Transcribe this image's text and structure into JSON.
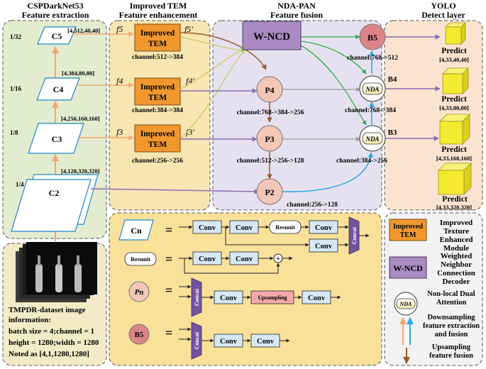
{
  "headers": {
    "backbone": {
      "title": "CSPDarkNet53",
      "subtitle": "Feature extraction"
    },
    "tem": {
      "title": "Improved TEM",
      "subtitle": "Feature enhancement"
    },
    "neck": {
      "title": "NDA-PAN",
      "subtitle": "Feature fusion"
    },
    "head": {
      "title": "YOLO",
      "subtitle": "Detect layer"
    }
  },
  "colors": {
    "backbone_bg": "#e3eccf",
    "tem_bg": "#f7e6b2",
    "neck_bg": "#e6e1f1",
    "head_bg": "#fbe4cf",
    "tem_block": "#f0982e",
    "wncd_block": "#a98ac2",
    "node_fill": "#f3c6b6",
    "b5_fill": "#dc8487",
    "predict_cube": "#f4ea2f",
    "conv_fill": "#d6e8f5",
    "concat_fill": "#7552a0",
    "legend_bg": "#f2f2f2",
    "module_bg": "#f9e19a",
    "orange_arrow": "#f5a66c",
    "blue_arrow": "#27a8e1",
    "brown_arrow": "#9a5b26",
    "purple_arrow": "#8d6db0",
    "green_arrow": "#2db04b"
  },
  "backbone": {
    "scales": [
      "1/32",
      "1/16",
      "1/8",
      "1/4"
    ],
    "blocks": [
      "C5",
      "C4",
      "C3",
      "C2"
    ],
    "shapes": [
      "[4,512,40,40]",
      "[4,384,80,80]",
      "[4,256,160,160]",
      "[4,128,320,320]"
    ]
  },
  "dataset": {
    "line1": "TMPDR-dataset image",
    "line2": "information:",
    "line3": "batch size = 4;channel = 1",
    "line4": "height = 1280;width = 1280",
    "line5": "Noted as [4,1,1280,1280]"
  },
  "tem": {
    "block_line1": "Improved",
    "block_line2": "TEM",
    "inputs": [
      "f5",
      "f4",
      "f3"
    ],
    "outputs": [
      "f5'",
      "f4'",
      "f3'"
    ],
    "channels": [
      "channel:512->384",
      "channel:384->384",
      "channel:256->256"
    ]
  },
  "neck": {
    "wncd": "W-NCD",
    "nodes": [
      "P4",
      "P3",
      "P2",
      "B5",
      "B4",
      "B3"
    ],
    "nda": "NDA",
    "channels": {
      "b5": "channel:768->512",
      "b4": "channel:768->384",
      "p4": "channel:768->384->256",
      "p3": "channel:512->256->128",
      "b3": "channel:384->256",
      "p2": "channel:256->128"
    }
  },
  "head": {
    "label": "Predict",
    "shapes": [
      "[4,33,40,40]",
      "[4,33,80,80]",
      "[4,33,160,160]",
      "[4,33,320,320]"
    ]
  },
  "modules": {
    "eq": "=",
    "cn": "Cn",
    "resunit": "Resunit",
    "pn": "Pn",
    "b5": "B5",
    "conv": "Conv",
    "concat": "Concat",
    "upsampling": "Upsampling",
    "plus": "+"
  },
  "legend": {
    "tem_line1": "Improved",
    "tem_line2": "TEM",
    "tem_desc": [
      "Improved",
      "Texture",
      "Enhanced",
      "Module"
    ],
    "wncd": "W-NCD",
    "wncd_desc": [
      "Weighted",
      "Neighbor",
      "Connection",
      "Decoder"
    ],
    "nda": "NDA",
    "nda_desc": [
      "Non-local Dual",
      "Attention"
    ],
    "down_desc": [
      "Downsampling",
      "feature extraction",
      "and fusion"
    ],
    "up_desc": [
      "Upsampling",
      "feature fusion"
    ]
  }
}
